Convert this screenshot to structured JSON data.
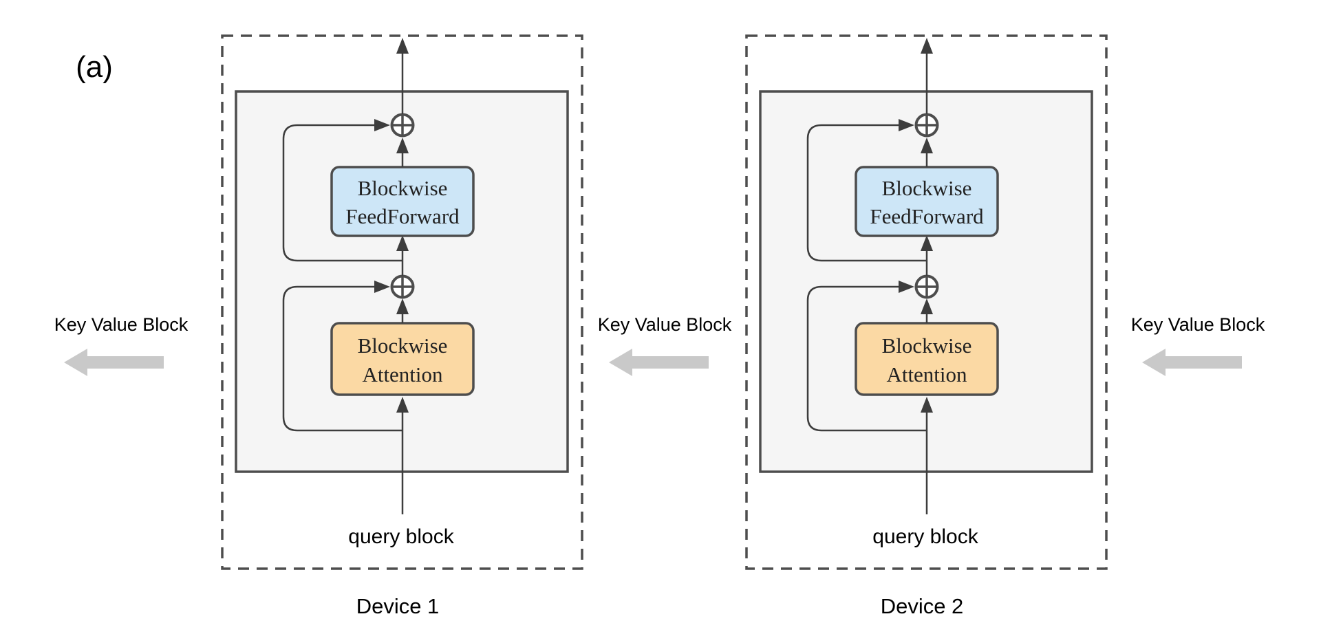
{
  "figure_label": "(a)",
  "devices": [
    {
      "name": "Device 1",
      "input_label": "query block",
      "feedforward_line1": "Blockwise",
      "feedforward_line2": "FeedForward",
      "attention_line1": "Blockwise",
      "attention_line2": "Attention"
    },
    {
      "name": "Device 2",
      "input_label": "query block",
      "feedforward_line1": "Blockwise",
      "feedforward_line2": "FeedForward",
      "attention_line1": "Blockwise",
      "attention_line2": "Attention"
    }
  ],
  "key_value_blocks": [
    {
      "label": "Key Value Block"
    },
    {
      "label": "Key Value Block"
    },
    {
      "label": "Key Value Block"
    }
  ],
  "colors": {
    "feedforward_fill": "#cde6f7",
    "attention_fill": "#fbd9a4",
    "panel_fill": "#f5f5f5",
    "kv_arrow": "#c9c9c9"
  }
}
